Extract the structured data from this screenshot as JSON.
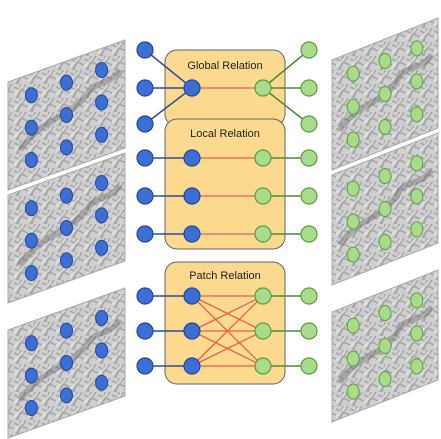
{
  "diagram": {
    "blocks": [
      {
        "title": "Global Relation"
      },
      {
        "title": "Local Relation"
      },
      {
        "title": "Patch Relation"
      }
    ],
    "colors": {
      "blue_node": "#3b6fd4",
      "blue_stroke": "#24479a",
      "green_node": "#a9dc8a",
      "green_stroke": "#5a9d3e",
      "block_fill": "#fbd98f",
      "block_stroke": "#666666",
      "relation_edge": "#e8604a",
      "input_edge": "#2b4d9e",
      "output_edge": "#4f8a34",
      "image_bg": "#c9c9c9"
    },
    "icons": [
      "left-feature-map-image",
      "right-feature-map-image"
    ]
  }
}
